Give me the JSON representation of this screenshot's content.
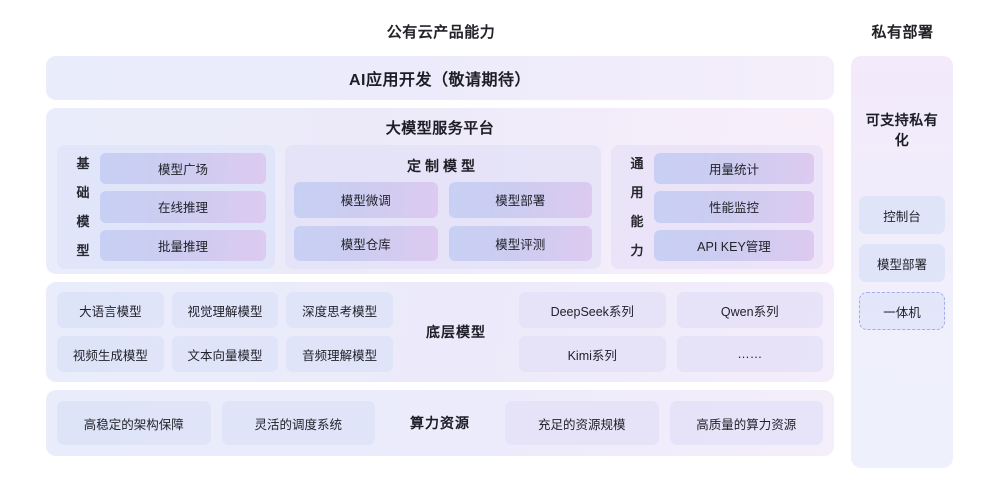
{
  "headers": {
    "public_cloud": "公有云产品能力",
    "private_deploy": "私有部署"
  },
  "ai_app": {
    "title": "AI应用开发（敬请期待）"
  },
  "platform": {
    "title": "大模型服务平台",
    "base_models": {
      "vertical_label": [
        "基",
        "础",
        "模",
        "型"
      ],
      "items": [
        "模型广场",
        "在线推理",
        "批量推理"
      ]
    },
    "custom_models": {
      "title": "定制模型",
      "items": [
        "模型微调",
        "模型部署",
        "模型仓库",
        "模型评测"
      ]
    },
    "general_capability": {
      "vertical_label": [
        "通",
        "用",
        "能",
        "力"
      ],
      "items": [
        "用量统计",
        "性能监控",
        "API KEY管理"
      ]
    }
  },
  "foundation": {
    "label": "底层模型",
    "capability_items": [
      "大语言模型",
      "视觉理解模型",
      "深度思考模型",
      "视频生成模型",
      "文本向量模型",
      "音频理解模型"
    ],
    "series_items": [
      "DeepSeek系列",
      "Qwen系列",
      "Kimi系列",
      "……"
    ]
  },
  "compute": {
    "label": "算力资源",
    "left_items": [
      "高稳定的架构保障",
      "灵活的调度系统"
    ],
    "right_items": [
      "充足的资源规模",
      "高质量的算力资源"
    ]
  },
  "private": {
    "heading": "可支持私有化",
    "items": [
      "控制台",
      "模型部署",
      "一体机"
    ]
  },
  "colors": {
    "band_blue": "#e9edfb",
    "band_violet": "#f5eefb",
    "chip_gradient_start": "#c7d0f4",
    "chip_gradient_end": "#ddcaf0",
    "dashed_border": "#a3abe6",
    "text": "#22222b"
  }
}
